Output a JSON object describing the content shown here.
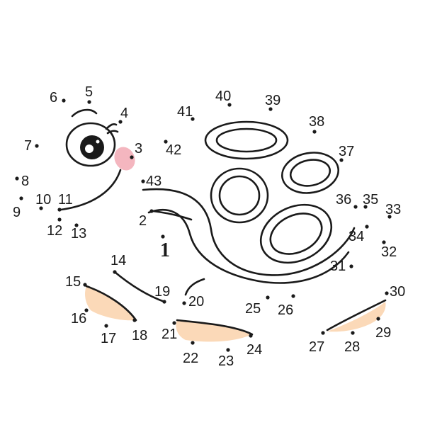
{
  "puzzle": {
    "start_label": "1",
    "colors": {
      "line": "#1a1a1a",
      "foot_fill": "#fbd9b8",
      "cheek": "#f4b6bf",
      "background": "#ffffff"
    },
    "dots": [
      {
        "n": "1"
      },
      {
        "n": "2"
      },
      {
        "n": "3"
      },
      {
        "n": "4"
      },
      {
        "n": "5"
      },
      {
        "n": "6"
      },
      {
        "n": "7"
      },
      {
        "n": "8"
      },
      {
        "n": "9"
      },
      {
        "n": "10"
      },
      {
        "n": "11"
      },
      {
        "n": "12"
      },
      {
        "n": "13"
      },
      {
        "n": "14"
      },
      {
        "n": "15"
      },
      {
        "n": "16"
      },
      {
        "n": "17"
      },
      {
        "n": "18"
      },
      {
        "n": "19"
      },
      {
        "n": "20"
      },
      {
        "n": "21"
      },
      {
        "n": "22"
      },
      {
        "n": "23"
      },
      {
        "n": "24"
      },
      {
        "n": "25"
      },
      {
        "n": "26"
      },
      {
        "n": "27"
      },
      {
        "n": "28"
      },
      {
        "n": "29"
      },
      {
        "n": "30"
      },
      {
        "n": "31"
      },
      {
        "n": "32"
      },
      {
        "n": "33"
      },
      {
        "n": "34"
      },
      {
        "n": "35"
      },
      {
        "n": "36"
      },
      {
        "n": "37"
      },
      {
        "n": "38"
      },
      {
        "n": "39"
      },
      {
        "n": "40"
      },
      {
        "n": "41"
      },
      {
        "n": "42"
      },
      {
        "n": "43"
      }
    ]
  }
}
